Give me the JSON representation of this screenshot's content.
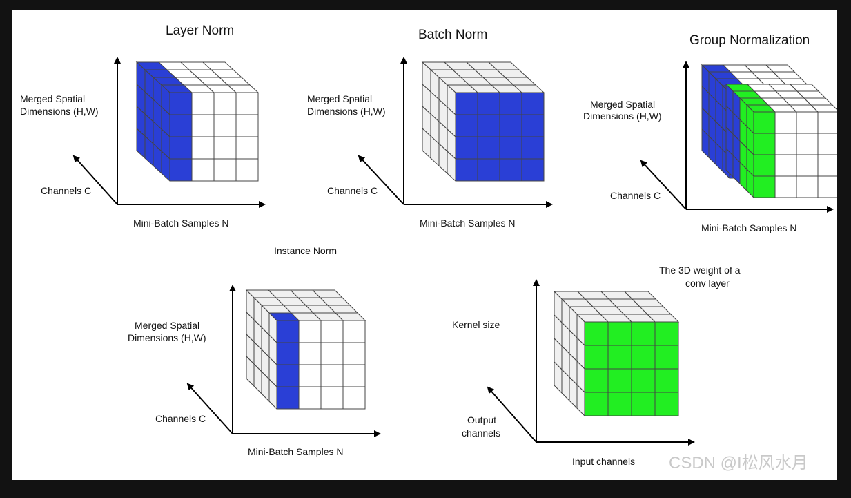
{
  "colors": {
    "blue": "#2a3fd6",
    "green": "#22ee22",
    "white": "#ffffff",
    "light_gray": "#f0f0f0",
    "outline": "#444444"
  },
  "diagrams": {
    "layer_norm": {
      "title": "Layer Norm",
      "y_axis_label_line1": "Merged Spatial",
      "y_axis_label_line2": "Dimensions (H,W)",
      "depth_axis_label": "Channels C",
      "x_axis_label": "Mini-Batch Samples N"
    },
    "batch_norm": {
      "title": "Batch Norm",
      "y_axis_label_line1": "Merged Spatial",
      "y_axis_label_line2": "Dimensions (H,W)",
      "depth_axis_label": "Channels C",
      "x_axis_label": "Mini-Batch Samples N"
    },
    "group_norm": {
      "title": "Group Normalization",
      "y_axis_label_line1": "Merged Spatial",
      "y_axis_label_line2": "Dimensions (H,W)",
      "depth_axis_label": "Channels C",
      "x_axis_label": "Mini-Batch Samples N"
    },
    "instance_norm": {
      "title": "Instance Norm",
      "y_axis_label_line1": "Merged Spatial",
      "y_axis_label_line2": "Dimensions (H,W)",
      "depth_axis_label": "Channels C",
      "x_axis_label": "Mini-Batch Samples N"
    },
    "conv_weight": {
      "title_line1": "The 3D weight of a",
      "title_line2": "conv layer",
      "y_axis_label": "Kernel size",
      "depth_axis_label_line1": "Output",
      "depth_axis_label_line2": "channels",
      "x_axis_label": "Input channels"
    }
  },
  "watermark": "CSDN @I松风水月"
}
